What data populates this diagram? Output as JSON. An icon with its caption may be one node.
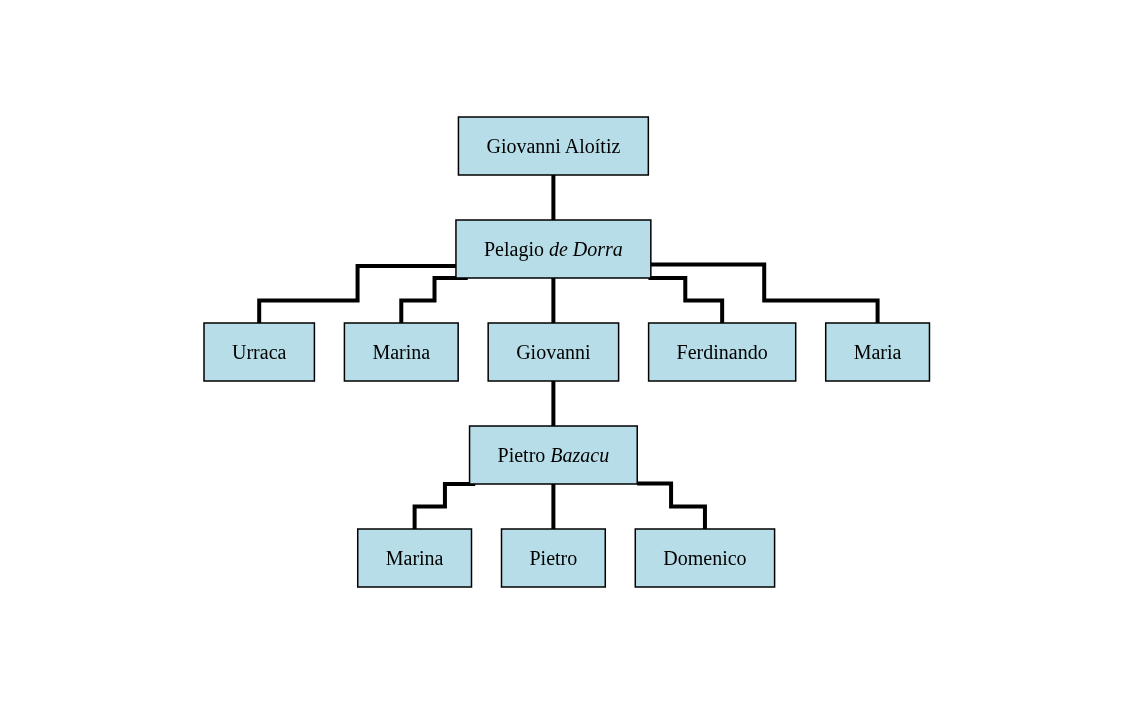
{
  "diagram": {
    "nodes": [
      {
        "text": [
          "Giovanni Aloítiz"
        ]
      },
      {
        "text": [
          "Pelagio *de Dorra*"
        ]
      },
      {
        "text": [
          "Urraca"
        ]
      },
      {
        "text": [
          "Marina"
        ]
      },
      {
        "text": [
          "Giovanni"
        ]
      },
      {
        "text": [
          "Ferdinando"
        ]
      },
      {
        "text": [
          "Maria"
        ]
      },
      {
        "text": [
          "Pietro *Bazacu*"
        ]
      },
      {
        "text": [
          "Marina"
        ]
      },
      {
        "text": [
          "Pietro"
        ]
      },
      {
        "text": [
          "Domenico"
        ]
      }
    ],
    "edges": [
      {
        "from": 0,
        "to": 1,
        "arrow": "none"
      },
      {
        "from": 1,
        "to": 2,
        "arrow": "none"
      },
      {
        "from": 1,
        "to": 3,
        "arrow": "none"
      },
      {
        "from": 1,
        "to": 4,
        "arrow": "none"
      },
      {
        "from": 1,
        "to": 5,
        "arrow": "none"
      },
      {
        "from": 1,
        "to": 6,
        "arrow": "none"
      },
      {
        "from": 4,
        "to": 7,
        "arrow": "none"
      },
      {
        "from": 7,
        "to": 8,
        "arrow": "none"
      },
      {
        "from": 7,
        "to": 9,
        "arrow": "none"
      },
      {
        "from": 7,
        "to": 10,
        "arrow": "none"
      }
    ]
  }
}
